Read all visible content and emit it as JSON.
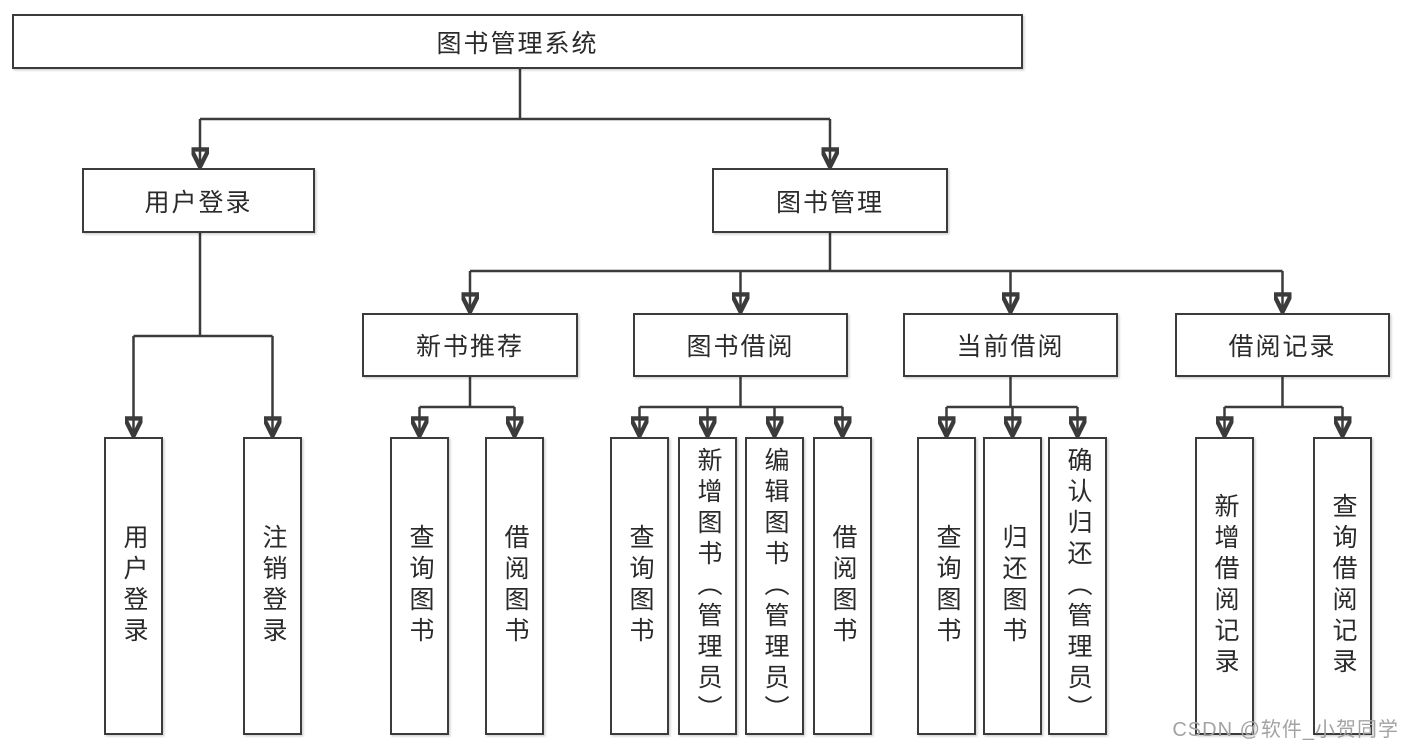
{
  "tree": {
    "root": "图书管理系统",
    "level2": [
      "用户登录",
      "图书管理"
    ],
    "level3": [
      "新书推荐",
      "图书借阅",
      "当前借阅",
      "借阅记录"
    ],
    "leaves": {
      "user_login": [
        "用户登录",
        "注销登录"
      ],
      "new_book_recommend": [
        "查询图书",
        "借阅图书"
      ],
      "book_borrow": [
        "查询图书",
        "新增图书（管理员）",
        "编辑图书（管理员）",
        "借阅图书"
      ],
      "current_borrow": [
        "查询图书",
        "归还图书",
        "确认归还（管理员）"
      ],
      "borrow_records": [
        "新增借阅记录",
        "查询借阅记录"
      ]
    }
  },
  "watermark": "CSDN @软件_小贺同学",
  "colors": {
    "line": "#3b3b3b",
    "box_background": "#ffffff",
    "text": "#2a2a2a",
    "watermark": "#a3a3a3",
    "page_background": "#ffffff"
  }
}
